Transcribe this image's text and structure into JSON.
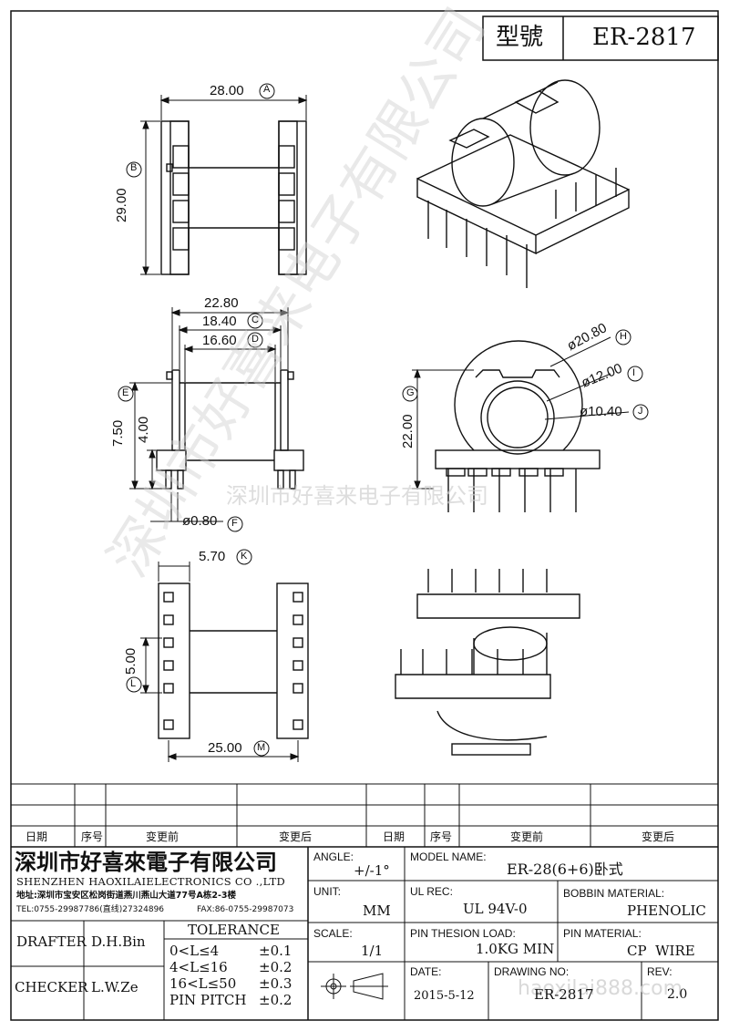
{
  "model_box": {
    "label": "型號",
    "value": "ER-2817"
  },
  "dimensions": {
    "a": {
      "value": "28.00",
      "tag": "A"
    },
    "b": {
      "value": "29.00",
      "tag": "B"
    },
    "overall": {
      "value": "22.80"
    },
    "c": {
      "value": "18.40",
      "tag": "C"
    },
    "d": {
      "value": "16.60",
      "tag": "D"
    },
    "e": {
      "value": "7.50",
      "tag": "E"
    },
    "e2": {
      "value": "4.00"
    },
    "f": {
      "value": "ø0.80",
      "tag": "F"
    },
    "g": {
      "value": "22.00",
      "tag": "G"
    },
    "h": {
      "value": "ø20.80",
      "tag": "H"
    },
    "i": {
      "value": "ø12.00",
      "tag": "I"
    },
    "j": {
      "value": "ø10.40",
      "tag": "J"
    },
    "k": {
      "value": "5.70",
      "tag": "K"
    },
    "l": {
      "value": "5.00",
      "tag": "L"
    },
    "m": {
      "value": "25.00",
      "tag": "M"
    }
  },
  "watermarks": {
    "company": "深圳市好喜来电子有限公司",
    "website": "haoxilai888.com"
  },
  "revision_table": {
    "headers": [
      "日期",
      "序号",
      "变更前",
      "变更后",
      "日期",
      "序号",
      "变更前",
      "变更后"
    ]
  },
  "company": {
    "name_cn": "深圳市好喜來電子有限公司",
    "name_en": "SHENZHEN HAOXILAIELECTRONICS CO .,LTD",
    "address": "地址:深圳市宝安区松岗街道燕川燕山大道77号A栋2-3楼",
    "tel": "TEL:0755-29987786(直线)27324896",
    "fax": "FAX:86-0755-29987073"
  },
  "people": {
    "drafter_label": "DRAFTER",
    "drafter_value": "D.H.Bin",
    "checker_label": "CHECKER",
    "checker_value": "L.W.Ze"
  },
  "tolerance": {
    "title": "TOLERANCE",
    "rows": [
      {
        "range": "0<L≤4",
        "value": "±0.1"
      },
      {
        "range": "4<L≤16",
        "value": "±0.2"
      },
      {
        "range": "16<L≤50",
        "value": "±0.3"
      },
      {
        "range": "PIN PITCH",
        "value": "±0.2"
      }
    ]
  },
  "title_block": {
    "angle_label": "ANGLE:",
    "angle_value": "+/-1°",
    "unit_label": "UNIT:",
    "unit_value": "MM",
    "scale_label": "SCALE:",
    "scale_value": "1/1",
    "model_label": "MODEL NAME:",
    "model_value": "ER-28(6+6)卧式",
    "ul_label": "UL REC:",
    "ul_value": "UL 94V-0",
    "bobbin_label": "BOBBIN MATERIAL:",
    "bobbin_value": "PHENOLIC",
    "pin_tension_label": "PIN THESION LOAD:",
    "pin_tension_value": "1.0KG MIN",
    "pin_material_label": "PIN MATERIAL:",
    "pin_material_value": "CP  WIRE",
    "date_label": "DATE:",
    "date_value": "2015-5-12",
    "drawing_label": "DRAWING NO:",
    "drawing_value": "ER-2817",
    "rev_label": "REV:",
    "rev_value": "2.0"
  }
}
